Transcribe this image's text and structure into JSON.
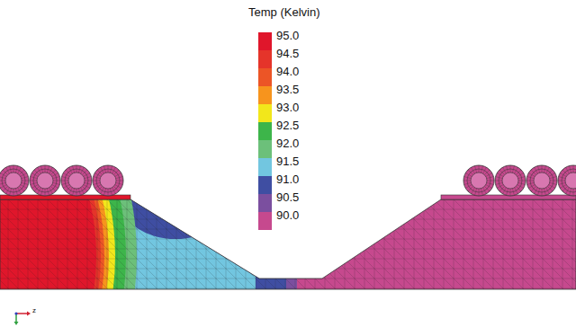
{
  "diagram": {
    "title": "Temp (Kelvin)",
    "labels": [
      "z"
    ],
    "legend": [
      {
        "text": "95.0",
        "color": "#e0162b"
      },
      {
        "text": "94.5",
        "color": "#e5342a"
      },
      {
        "text": "94.0",
        "color": "#ec5526"
      },
      {
        "text": "93.5",
        "color": "#f7941d"
      },
      {
        "text": "93.0",
        "color": "#f2e71b"
      },
      {
        "text": "92.5",
        "color": "#3db54a"
      },
      {
        "text": "92.0",
        "color": "#6cc07a"
      },
      {
        "text": "91.5",
        "color": "#72c6e0"
      },
      {
        "text": "91.0",
        "color": "#3f4ea2"
      },
      {
        "text": "90.5",
        "color": "#7b4f9f"
      },
      {
        "text": "90.0",
        "color": "#c6498e"
      }
    ]
  }
}
